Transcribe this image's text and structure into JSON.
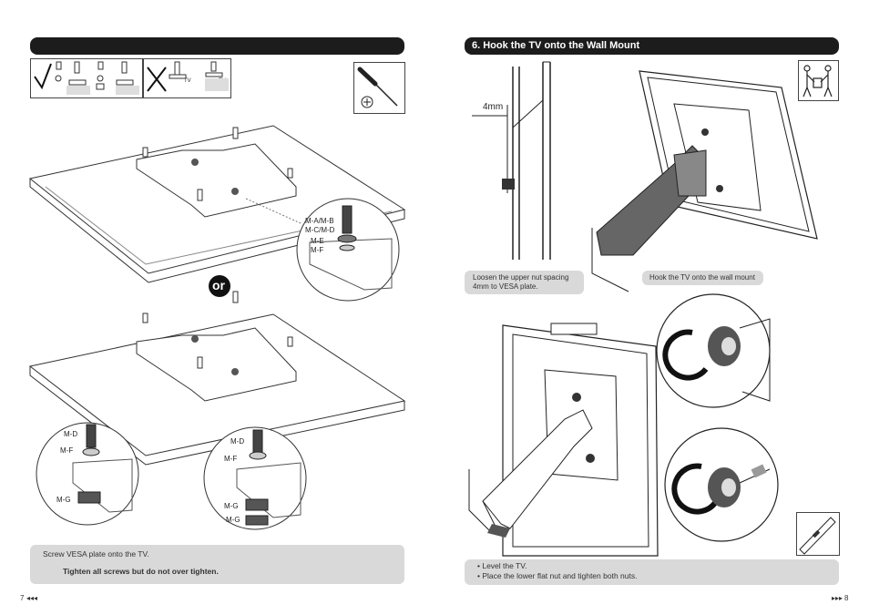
{
  "left_page": {
    "header": "",
    "note_text": "Screw VESA plate onto the TV.",
    "warning": "Tighten all screws but do not over tighten.",
    "or_label": "or",
    "tv_tag": "TV",
    "labels_top": [
      "M-A/M-B",
      "M-C/M-D",
      "M-E",
      "M-F"
    ],
    "labels_bottom_left": [
      "M-D",
      "M-F",
      "M-G"
    ],
    "labels_bottom_right": [
      "M-D",
      "M-F",
      "M-G",
      "M-G"
    ],
    "page_number": "7"
  },
  "right_page": {
    "header": "6. Hook the TV onto the Wall Mount",
    "dimension_label": "4mm",
    "caption_loosen": "Loosen the upper nut spacing 4mm to VESA plate.",
    "caption_hook": "Hook the TV onto the wall mount",
    "bullets": [
      "Level the TV.",
      "Place the lower flat nut and tighten both nuts."
    ],
    "page_number": "8"
  },
  "icons": [
    "check-icon",
    "cross-icon",
    "screwdriver-icon",
    "two-person-lift-icon",
    "spirit-level-icon",
    "warning-icon"
  ],
  "colors": {
    "header_bg": "#1c1c1c",
    "note_bg": "#d9d9d9",
    "arm": "#555555"
  }
}
